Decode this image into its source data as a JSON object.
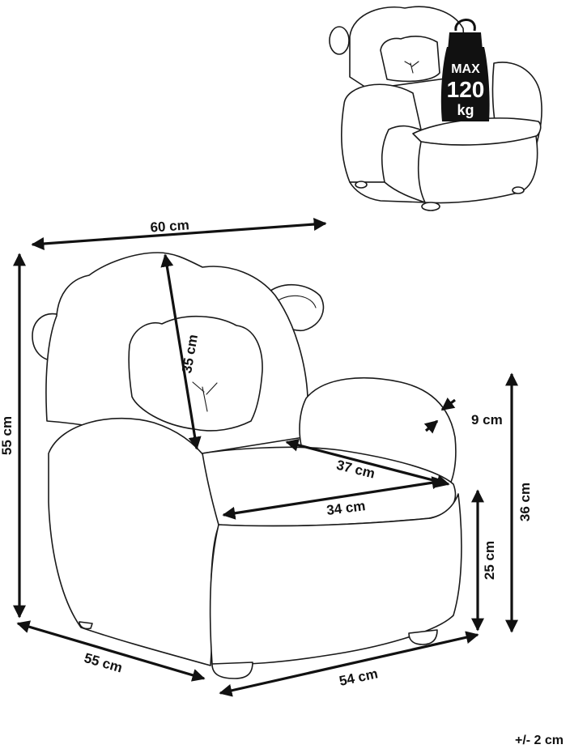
{
  "dimensions": {
    "width_total": "60 cm",
    "height_total": "55 cm",
    "backrest_height": "35 cm",
    "armrest_width": "9 cm",
    "seat_depth": "37 cm",
    "seat_width": "34 cm",
    "seat_height": "25 cm",
    "armrest_height": "36 cm",
    "depth_total": "55 cm",
    "width_base": "54 cm"
  },
  "max_load": {
    "line1": "MAX",
    "line2": "120",
    "line3": "kg"
  },
  "tolerance": "+/- 2 cm",
  "colors": {
    "line": "#1a1a1a",
    "weight_fill": "#111111"
  }
}
